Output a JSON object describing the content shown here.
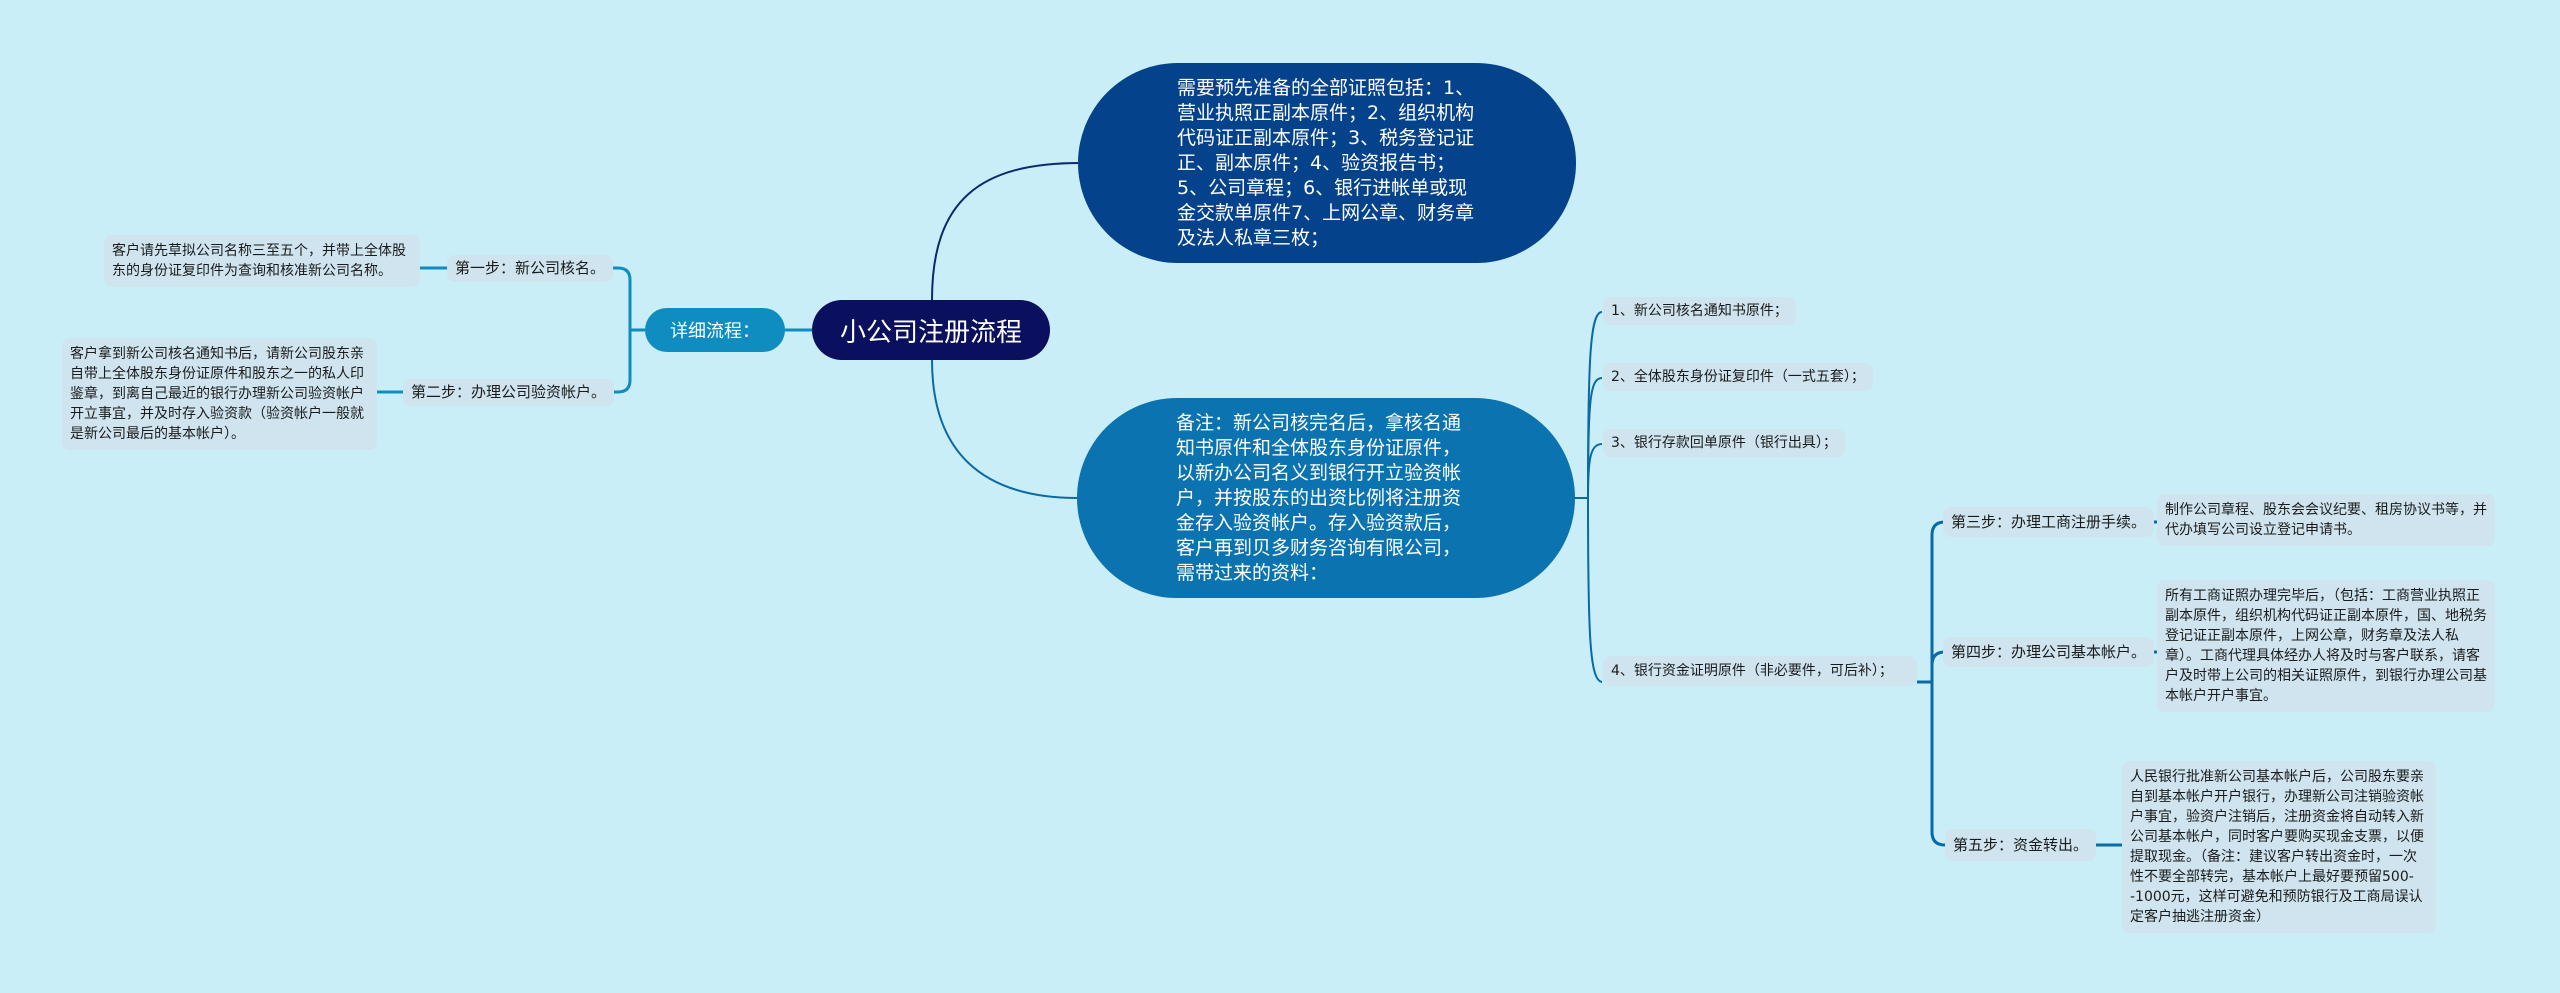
{
  "root": {
    "label": "小公司注册流程"
  },
  "left": {
    "branch_label": "详细流程：",
    "steps": [
      {
        "label": "第一步：新公司核名。",
        "detail": "客户请先草拟公司名称三至五个，并带上全体股东的身份证复印件为查询和核准新公司名称。"
      },
      {
        "label": "第二步：办理公司验资帐户。",
        "detail": "客户拿到新公司核名通知书后，请新公司股东亲自带上全体股东身份证原件和股东之一的私人印鉴章，到离自己最近的银行办理新公司验资帐户开立事宜，并及时存入验资款（验资帐户一般就是新公司最后的基本帐户）。"
      }
    ]
  },
  "right": {
    "top_node": "需要预先准备的全部证照包括：1、营业执照正副本原件；2、组织机构代码证正副本原件；3、税务登记证正、副本原件；4、验资报告书；5、公司章程；6、银行进帐单或现金交款单原件7、上网公章、财务章及法人私章三枚；",
    "note_node": "备注：新公司核完名后，拿核名通知书原件和全体股东身份证原件，以新办公司名义到银行开立验资帐户，并按股东的出资比例将注册资金存入验资帐户。存入验资款后，客户再到贝多财务咨询有限公司，需带过来的资料：",
    "materials": [
      "1、新公司核名通知书原件；",
      "2、全体股东身份证复印件（一式五套）；",
      "3、银行存款回单原件（银行出具）；",
      "4、银行资金证明原件（非必要件，可后补）；"
    ],
    "steps": [
      {
        "label": "第三步：办理工商注册手续。",
        "detail": "制作公司章程、股东会会议纪要、租房协议书等，并代办填写公司设立登记申请书。"
      },
      {
        "label": "第四步：办理公司基本帐户。",
        "detail": "所有工商证照办理完毕后，（包括：工商营业执照正副本原件，组织机构代码证正副本原件，国、地税务登记证正副本原件，上网公章，财务章及法人私章）。工商代理具体经办人将及时与客户联系，请客户及时带上公司的相关证照原件，到银行办理公司基本帐户开户事宜。"
      },
      {
        "label": "第五步：资金转出。",
        "detail": "人民银行批准新公司基本帐户后，公司股东要亲自到基本帐户开户银行，办理新公司注销验资帐户事宜，验资户注销后，注册资金将自动转入新公司基本帐户，同时客户要购买现金支票，以便提取现金。（备注：建议客户转出资金时，一次性不要全部转完，基本帐户上最好要预留500--1000元，这样可避免和预防银行及工商局误认定客户抽逃注册资金）"
      }
    ]
  },
  "colors": {
    "background": "#c9eef7",
    "root": "#0a0f5e",
    "top_node": "#05428c",
    "note_node": "#0a73b0",
    "detail_branch": "#0f8cc0",
    "leaf": "#cfe4ef",
    "line_dark": "#0b2a6e",
    "line_blue": "#0a6aa6"
  }
}
